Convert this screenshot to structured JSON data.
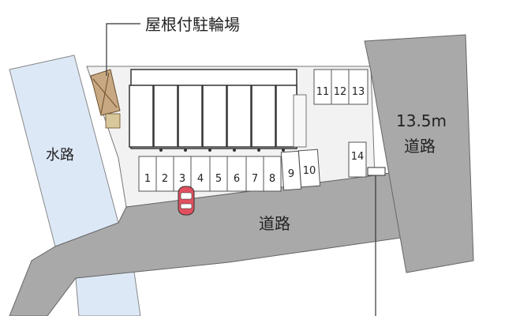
{
  "labels": {
    "roof_bicycle_parking": "屋根付駐輪場",
    "waterway": "水路",
    "road_width": "13.5m",
    "road_right": "道路",
    "road_bottom": "道路"
  },
  "parking_spaces": [
    "1",
    "2",
    "3",
    "4",
    "5",
    "6",
    "7",
    "8",
    "9",
    "10",
    "11",
    "12",
    "13",
    "14"
  ],
  "colors": {
    "road": "#a9a9a9",
    "waterway": "#dde8f7",
    "lot": "#f2f2f2",
    "bicycle_shed": "#c8a882",
    "car": "#e0505e",
    "outline": "#555555"
  }
}
